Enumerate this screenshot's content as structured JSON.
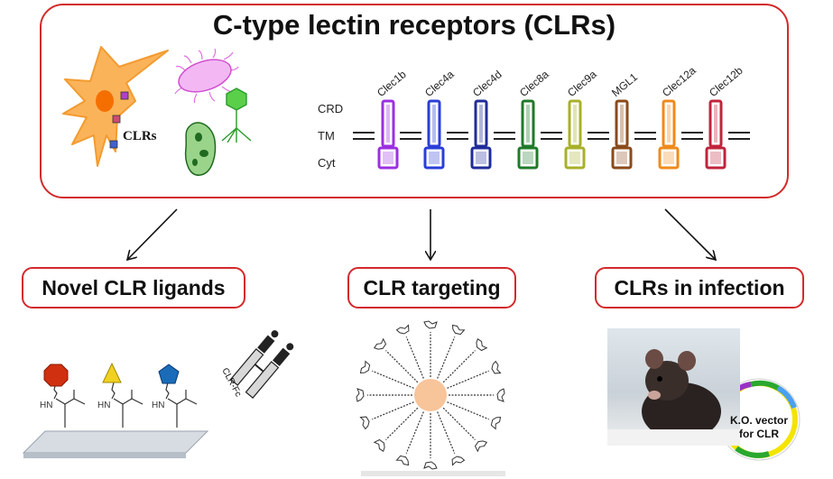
{
  "title": "C-type lectin receptors (CLRs)",
  "cell_label": "CLRs",
  "rows": [
    "CRD",
    "TM",
    "Cyt"
  ],
  "receptors": [
    {
      "name": "Clec1b",
      "color": "#9b30e0"
    },
    {
      "name": "Clec4a",
      "color": "#2a3ed8"
    },
    {
      "name": "Clec4d",
      "color": "#202c9a"
    },
    {
      "name": "Clec8a",
      "color": "#1f7a2a"
    },
    {
      "name": "Clec9a",
      "color": "#a8b02a"
    },
    {
      "name": "MGL1",
      "color": "#8a4a1a"
    },
    {
      "name": "Clec12a",
      "color": "#f08a1a"
    },
    {
      "name": "Clec12b",
      "color": "#c0243c"
    }
  ],
  "branches": {
    "ligands": "Novel CLR ligands",
    "targeting": "CLR targeting",
    "infection": "CLRs in infection"
  },
  "ligand_panel": {
    "amine_label": "HN",
    "fc_label": "CLR-Fc",
    "sugar_colors": [
      "#d03010",
      "#f0d020",
      "#1a6cb8"
    ]
  },
  "vector_label": "K.O. vector for CLR"
}
